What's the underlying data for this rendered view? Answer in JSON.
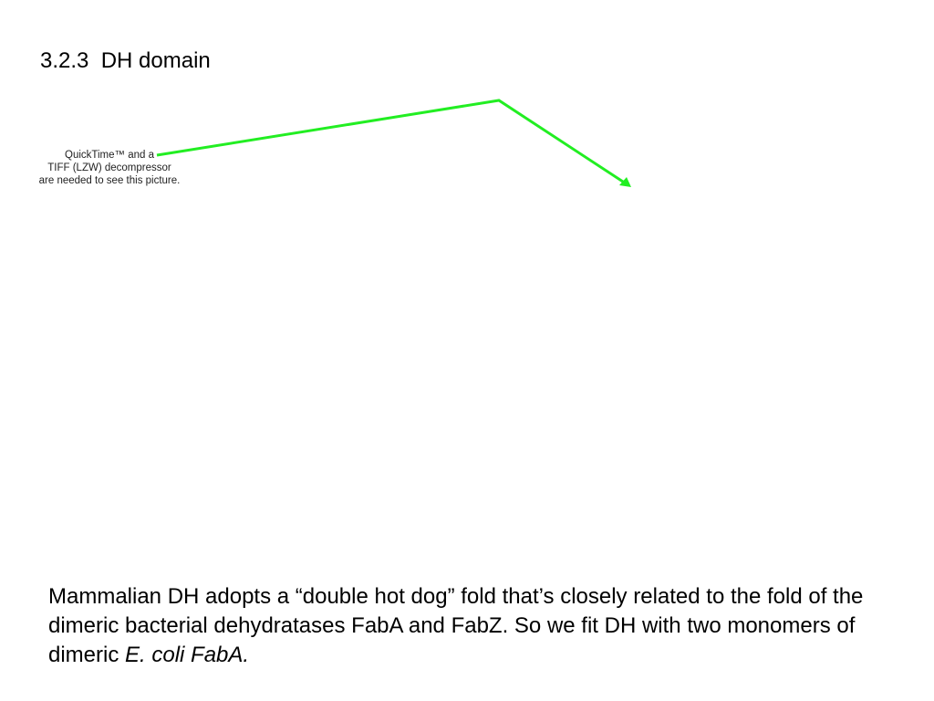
{
  "slide": {
    "title": "3.2.3  DH domain",
    "placeholder": {
      "lines": [
        "QuickTime™ and a",
        "TIFF (LZW) decompressor",
        "are needed to see this picture."
      ]
    },
    "arrow": {
      "color": "#22ee22"
    },
    "body": {
      "text": "Mammalian DH adopts a “double hot dog” fold that’s closely related to the fold of the dimeric bacterial dehydratases FabA and FabZ.  So we fit DH with two monomers of dimeric ",
      "italic": "E. coli FabA."
    }
  }
}
